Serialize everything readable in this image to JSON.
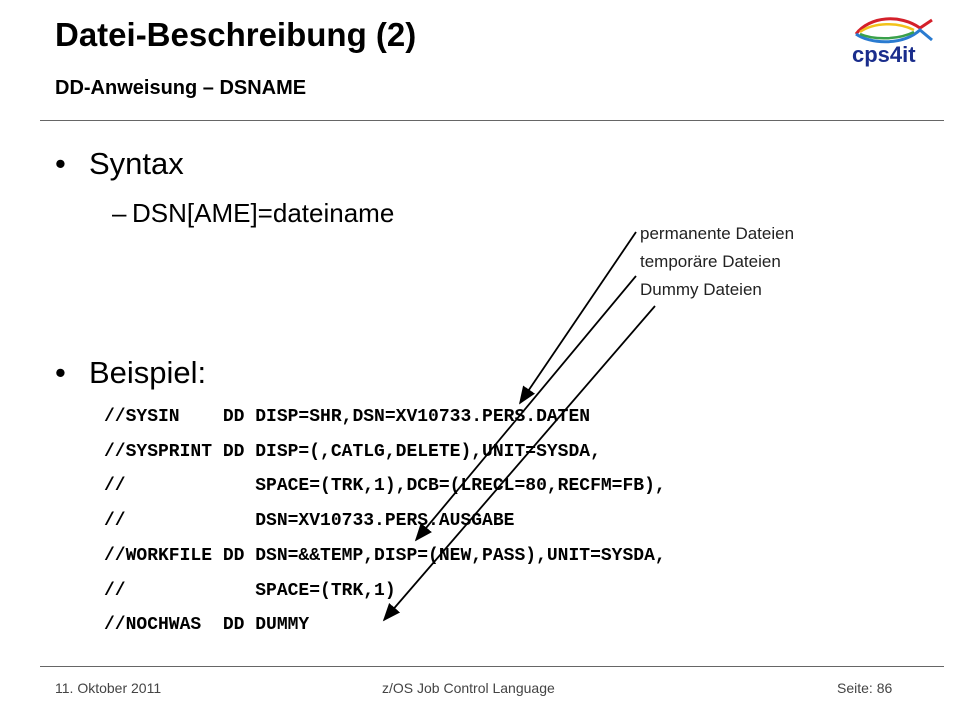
{
  "header": {
    "title": "Datei-Beschreibung (2)",
    "subtitle": "DD-Anweisung – DSNAME",
    "logo_text": "cps4it"
  },
  "content": {
    "bullet_char": "•",
    "dash_char": "–",
    "syntax_label": "Syntax",
    "syntax_item": "DSN[AME]=dateiname",
    "beispiel_label": "Beispiel:",
    "legend": [
      "permanente Dateien",
      "temporäre Dateien",
      "Dummy Dateien"
    ],
    "code_lines": [
      "//SYSIN    DD DISP=SHR,DSN=XV10733.PERS.DATEN",
      "//SYSPRINT DD DISP=(,CATLG,DELETE),UNIT=SYSDA,",
      "//            SPACE=(TRK,1),DCB=(LRECL=80,RECFM=FB),",
      "//            DSN=XV10733.PERS.AUSGABE",
      "//WORKFILE DD DSN=&&TEMP,DISP=(NEW,PASS),UNIT=SYSDA,",
      "//            SPACE=(TRK,1)",
      "//NOCHWAS  DD DUMMY"
    ]
  },
  "footer": {
    "date": "11. Oktober 2011",
    "center": "z/OS Job Control Language",
    "page": "Seite: 86"
  },
  "colors": {
    "logo_text": "#1a2d8c",
    "logo_fish_red": "#d4202a",
    "logo_fish_blue": "#2a7bd0",
    "logo_fish_yellow": "#f2c21a"
  }
}
